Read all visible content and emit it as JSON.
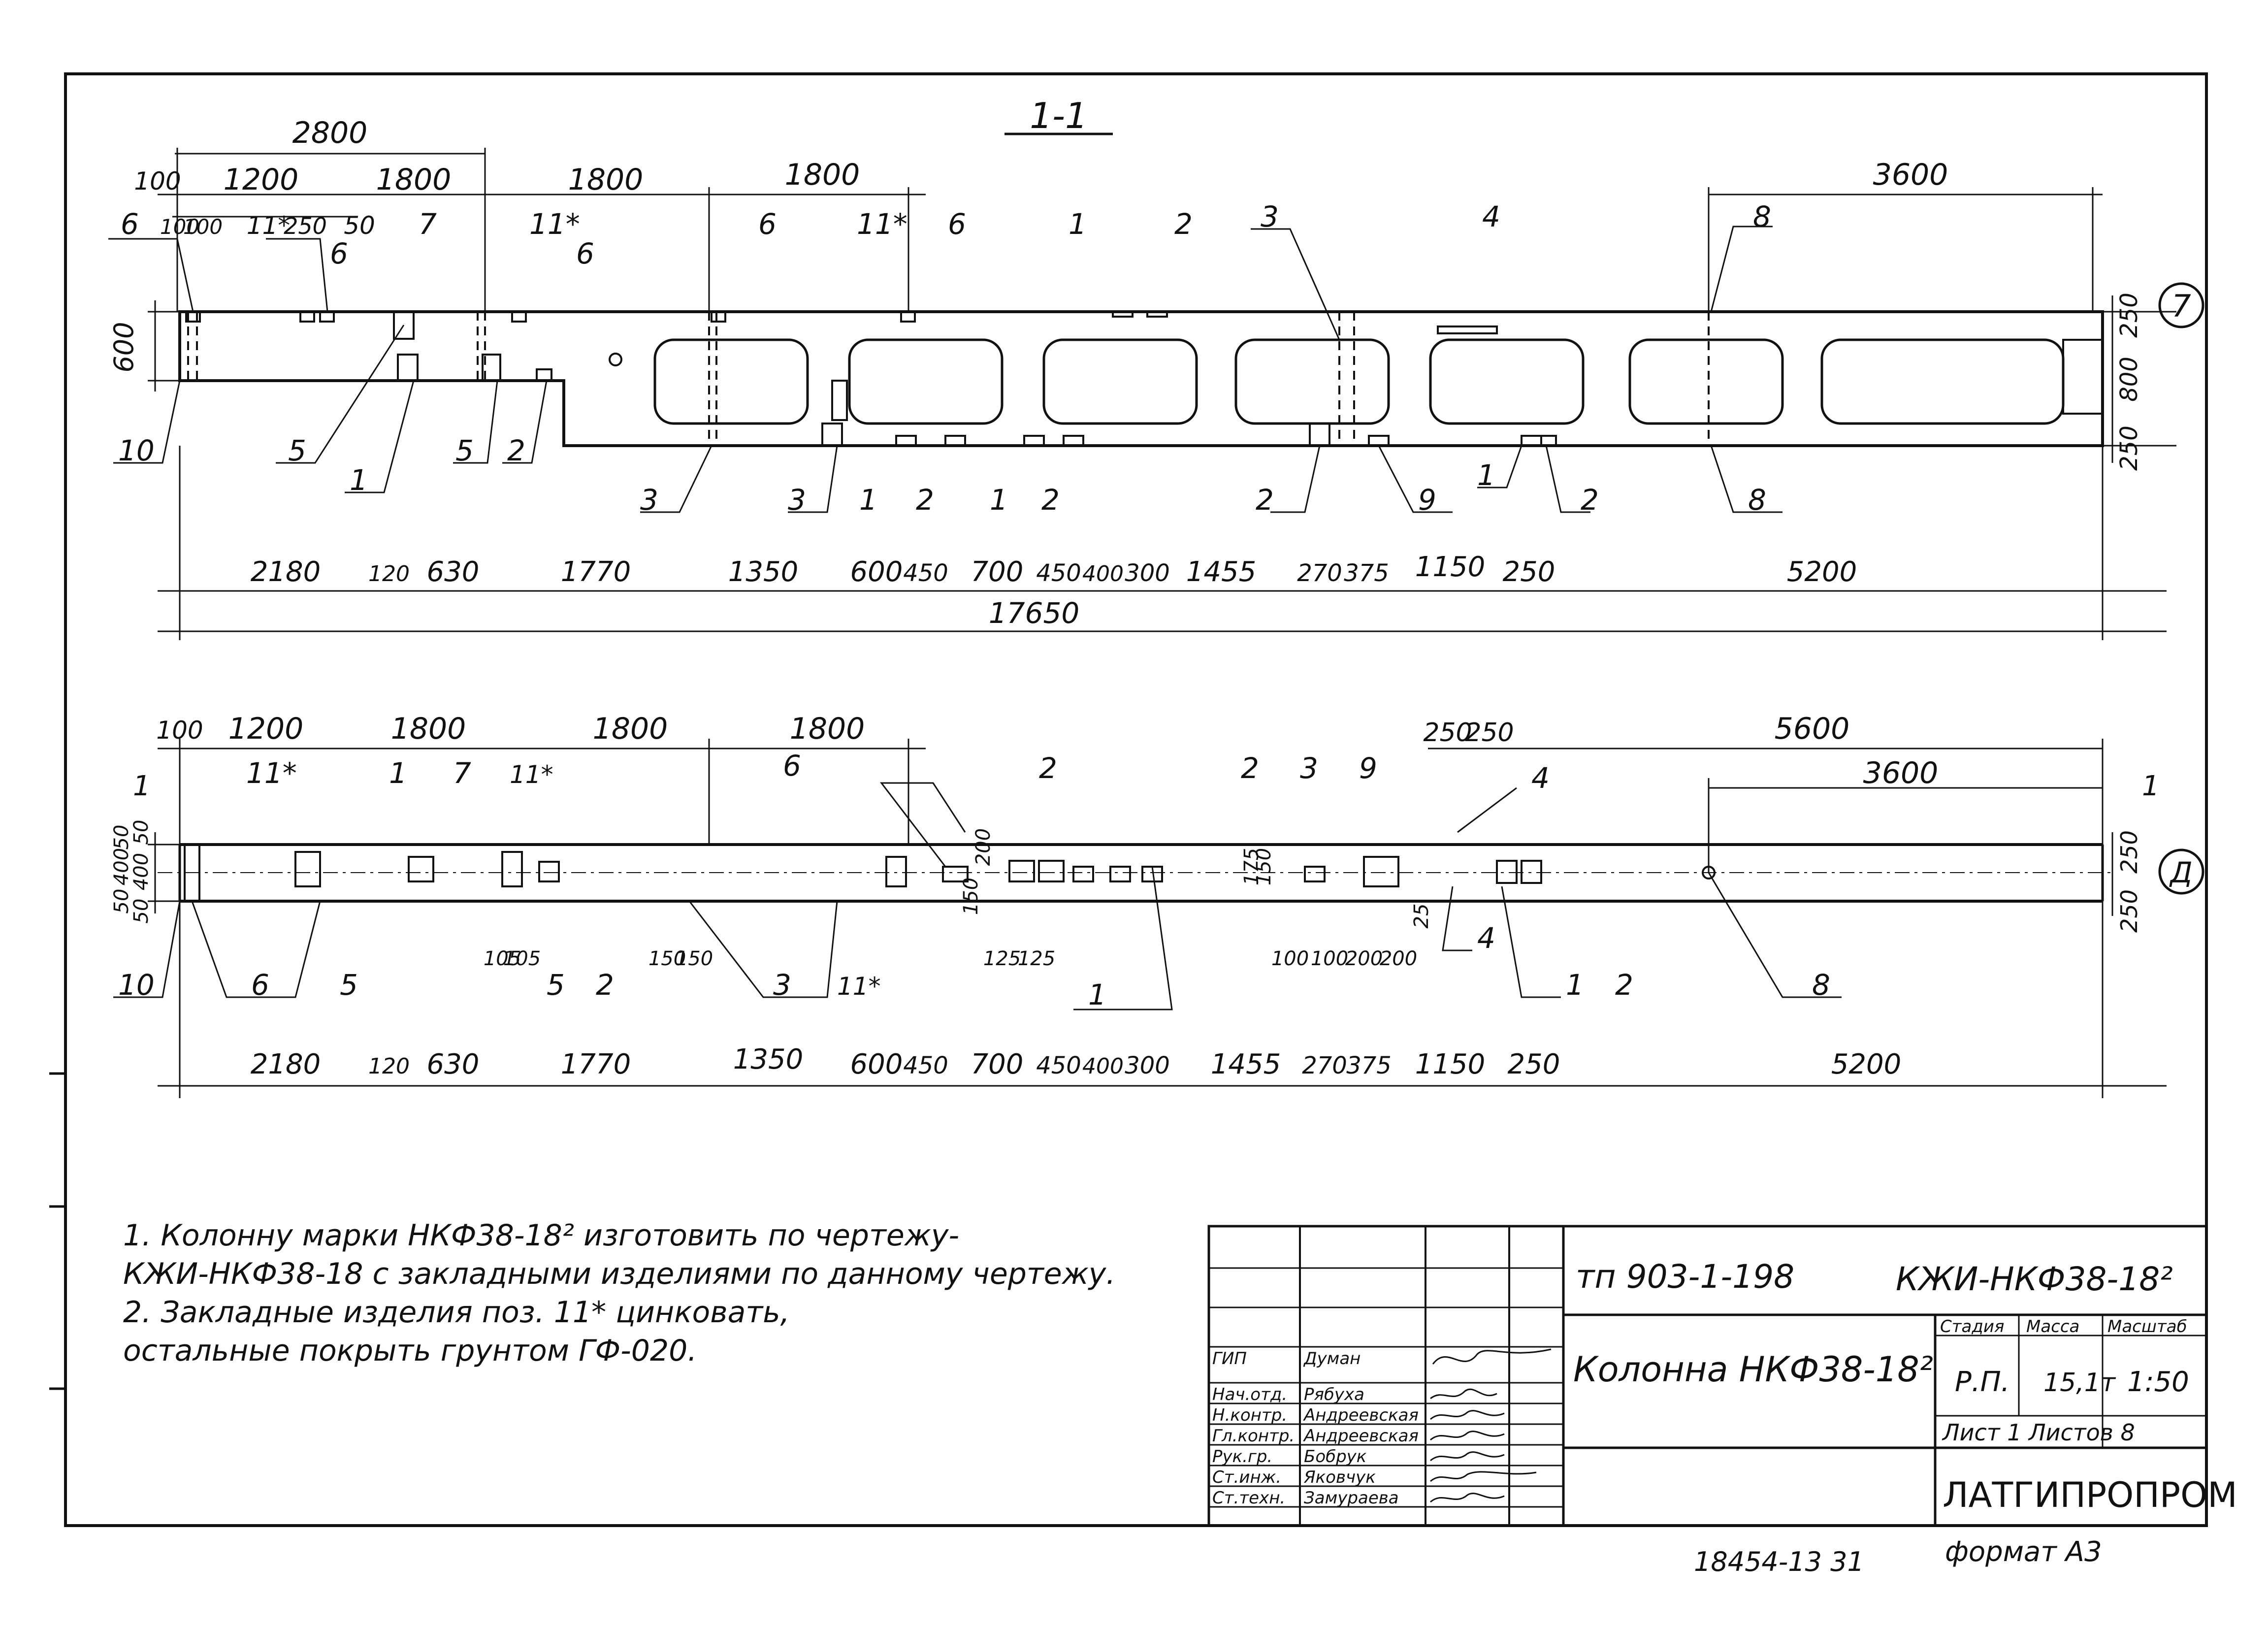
{
  "section_title": "1-1",
  "top_view": {
    "dims_above": [
      "2800",
      "100",
      "1200",
      "1800",
      "1800",
      "1800",
      "3600",
      "100",
      "100",
      "11*",
      "250",
      "50"
    ],
    "pos_labels_above": [
      "6",
      "6",
      "7",
      "11*",
      "6",
      "6",
      "11*",
      "6",
      "1",
      "2",
      "3",
      "4",
      "8"
    ],
    "left_dims": [
      "600"
    ],
    "right_dims": [
      "250",
      "800",
      "250"
    ],
    "pos_labels_below": [
      "10",
      "5",
      "1",
      "5",
      "2",
      "3",
      "3",
      "1",
      "2",
      "1",
      "2",
      "2",
      "9",
      "1",
      "2",
      "8"
    ],
    "dims_below": [
      "2180",
      "120",
      "630",
      "1770",
      "1350",
      "600",
      "450",
      "700",
      "450",
      "400",
      "300",
      "1455",
      "270",
      "375",
      "1150",
      "250",
      "5200"
    ],
    "total": "17650",
    "axis": "7"
  },
  "plan_view": {
    "dims_above": [
      "100",
      "1200",
      "1800",
      "1800",
      "1800",
      "250",
      "250",
      "5600",
      "3600"
    ],
    "pos_labels_above": [
      "11*",
      "1",
      "7",
      "11*",
      "6",
      "2",
      "2",
      "3",
      "9",
      "4"
    ],
    "left_dims": [
      "50",
      "400",
      "50",
      "50",
      "400",
      "50"
    ],
    "right_dims": [
      "250",
      "250"
    ],
    "inner_dims": [
      "200",
      "150",
      "175",
      "150",
      "25"
    ],
    "small_dims": [
      "105",
      "105",
      "150",
      "150",
      "125",
      "125",
      "100",
      "100",
      "200",
      "200"
    ],
    "pos_labels_below": [
      "10",
      "6",
      "5",
      "5",
      "2",
      "3",
      "11*",
      "1",
      "4",
      "1",
      "2",
      "8"
    ],
    "dims_below": [
      "2180",
      "120",
      "630",
      "1770",
      "1350",
      "600",
      "450",
      "700",
      "450",
      "400",
      "300",
      "1455",
      "270",
      "375",
      "1150",
      "250",
      "5200"
    ],
    "axis": "Д",
    "cut_mark": "1"
  },
  "notes": [
    "1. Колонну марки НКФ38-18² изготовить по чертежу-",
    "    КЖИ-НКФ38-18 с закладными изделиями по данному чертежу.",
    "2. Закладные изделия поз. 11* цинковать,",
    "    остальные покрыть грунтом ГФ-020."
  ],
  "stamp": {
    "project": "тп 903-1-198",
    "code": "КЖИ-НКФ38-18²",
    "title": "Колонна НКФ38-18²",
    "col_stage": "Стадия",
    "col_mass": "Масса",
    "col_scale": "Масштаб",
    "stage": "Р.П.",
    "mass": "15,1т",
    "scale": "1:50",
    "sheet": "Лист 1",
    "sheets": "Листов 8",
    "org": "ЛАТГИПРОПРОМ",
    "format": "формат А3",
    "footer_num": "18454-13   31",
    "people": [
      {
        "role": "ГИП",
        "name": "Думан"
      },
      {
        "role": "Нач.отд.",
        "name": "Рябуха"
      },
      {
        "role": "Н.контр.",
        "name": "Андреевская"
      },
      {
        "role": "Гл.контр.",
        "name": "Андреевская"
      },
      {
        "role": "Рук.гр.",
        "name": "Бобрук"
      },
      {
        "role": "Ст.инж.",
        "name": "Яковчук"
      },
      {
        "role": "Ст.техн.",
        "name": "Замураева"
      }
    ]
  }
}
